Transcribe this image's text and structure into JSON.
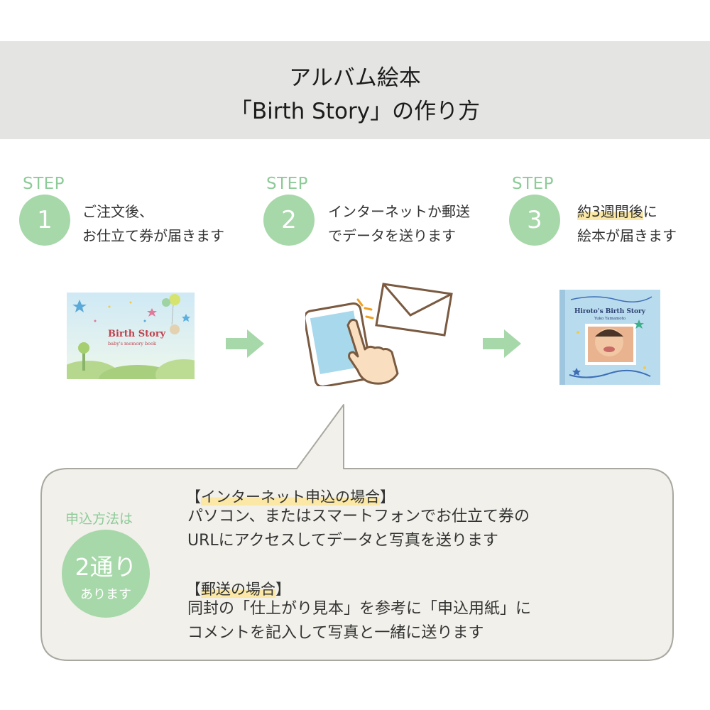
{
  "header": {
    "line1": "アルバム絵本",
    "line2": "「Birth Story」の作り方"
  },
  "steps": [
    {
      "label": "STEP",
      "number": "1",
      "line1": "ご注文後、",
      "line2": "お仕立て券が届きます"
    },
    {
      "label": "STEP",
      "number": "2",
      "line1": "インターネットか郵送",
      "line2": "でデータを送ります"
    },
    {
      "label": "STEP",
      "number": "3",
      "line1_highlight": "約3週間後",
      "line1_rest": "に",
      "line2": "絵本が届きます"
    }
  ],
  "images": {
    "cover_title": "Birth Story",
    "cover_subtitle": "baby's memory book",
    "book_title": "Hiroto's Birth Story",
    "book_author": "Yuko Yamamoto"
  },
  "info": {
    "howto_label": "申込方法は",
    "count": "2通り",
    "count_suffix": "あります",
    "internet_bracket_open": "【",
    "internet_title": "インターネット申込の場合",
    "internet_bracket_close": "】",
    "internet_line1": "パソコン、またはスマートフォンでお仕立て券の",
    "internet_line2": "URLにアクセスしてデータと写真を送ります",
    "mail_bracket_open": "【",
    "mail_title": "郵送の場合",
    "mail_bracket_close": "】",
    "mail_line1": "同封の「仕上がり見本」を参考に「申込用紙」に",
    "mail_line2": "コメントを記入して写真と一緒に送ります"
  },
  "colors": {
    "accent_green": "#a7d8a9",
    "label_green": "#8dcb98",
    "header_bg": "#e4e4e2",
    "bubble_bg": "#f1f0ea",
    "highlight": "#fbe8a6"
  }
}
